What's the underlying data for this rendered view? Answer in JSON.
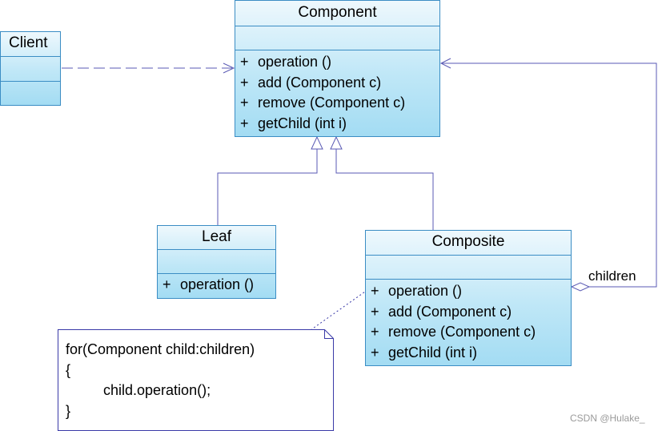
{
  "classes": {
    "component": {
      "name": "Component",
      "operations": [
        "operation ()",
        "add (Component c)",
        "remove (Component c)",
        "getChild (int i)"
      ]
    },
    "client": {
      "name": "Client"
    },
    "leaf": {
      "name": "Leaf",
      "operations": [
        "operation ()"
      ]
    },
    "composite": {
      "name": "Composite",
      "operations": [
        "operation ()",
        "add (Component c)",
        "remove (Component c)",
        "getChild (int i)"
      ]
    }
  },
  "visibility_symbol": "+",
  "association_label": "children",
  "note": {
    "lines": [
      "for(Component child:children)",
      "{",
      "child.operation();",
      "}"
    ]
  },
  "watermark": "CSDN @Hulake_",
  "colors": {
    "class_border": "#3b8dc4",
    "class_fill_top": "#eef8fd",
    "class_fill_bottom": "#a3dcf3",
    "connector": "#5a5ab4",
    "note_border": "#3a3aa8"
  }
}
